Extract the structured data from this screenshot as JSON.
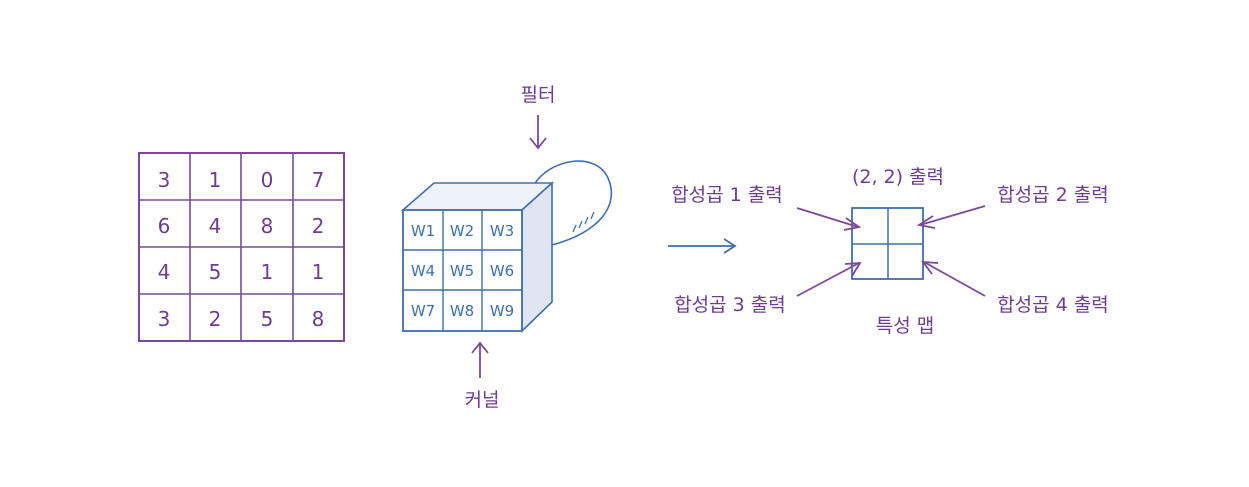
{
  "input_matrix": [
    [
      "3",
      "1",
      "0",
      "7"
    ],
    [
      "6",
      "4",
      "8",
      "2"
    ],
    [
      "4",
      "5",
      "1",
      "1"
    ],
    [
      "3",
      "2",
      "5",
      "8"
    ]
  ],
  "kernel_cells": [
    [
      "W1",
      "W2",
      "W3"
    ],
    [
      "W4",
      "W5",
      "W6"
    ],
    [
      "W7",
      "W8",
      "W9"
    ]
  ],
  "labels": {
    "filter": "필터",
    "kernel": "커널",
    "output_22": "(2, 2) 출력",
    "conv1": "합성곱 1 출력",
    "conv2": "합성곱 2 출력",
    "conv3": "합성곱 3 출력",
    "conv4": "합성곱 4 출력",
    "feature_map": "특성 맵"
  },
  "colors": {
    "purple": "#7a4a98",
    "blue": "#3e6fae",
    "cube_side": "#dfe5f3",
    "cube_top": "#eef2fa"
  }
}
